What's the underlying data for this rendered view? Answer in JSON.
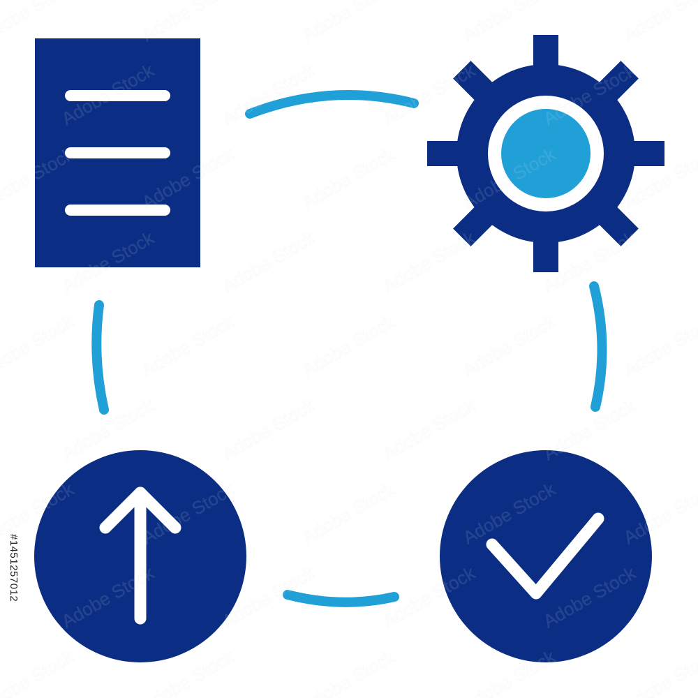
{
  "colors": {
    "dark_blue": "#0b2e84",
    "light_blue": "#21a0d8",
    "white": "#ffffff"
  },
  "nodes": [
    {
      "name": "document-icon",
      "position": "top-left"
    },
    {
      "name": "gear-icon",
      "position": "top-right"
    },
    {
      "name": "check-circle-icon",
      "position": "bottom-right"
    },
    {
      "name": "upload-arrow-circle-icon",
      "position": "bottom-left"
    }
  ],
  "connectors": [
    "top",
    "right",
    "bottom",
    "left"
  ],
  "stock_id": "#1451257012",
  "watermark_text": "Adobe Stock"
}
